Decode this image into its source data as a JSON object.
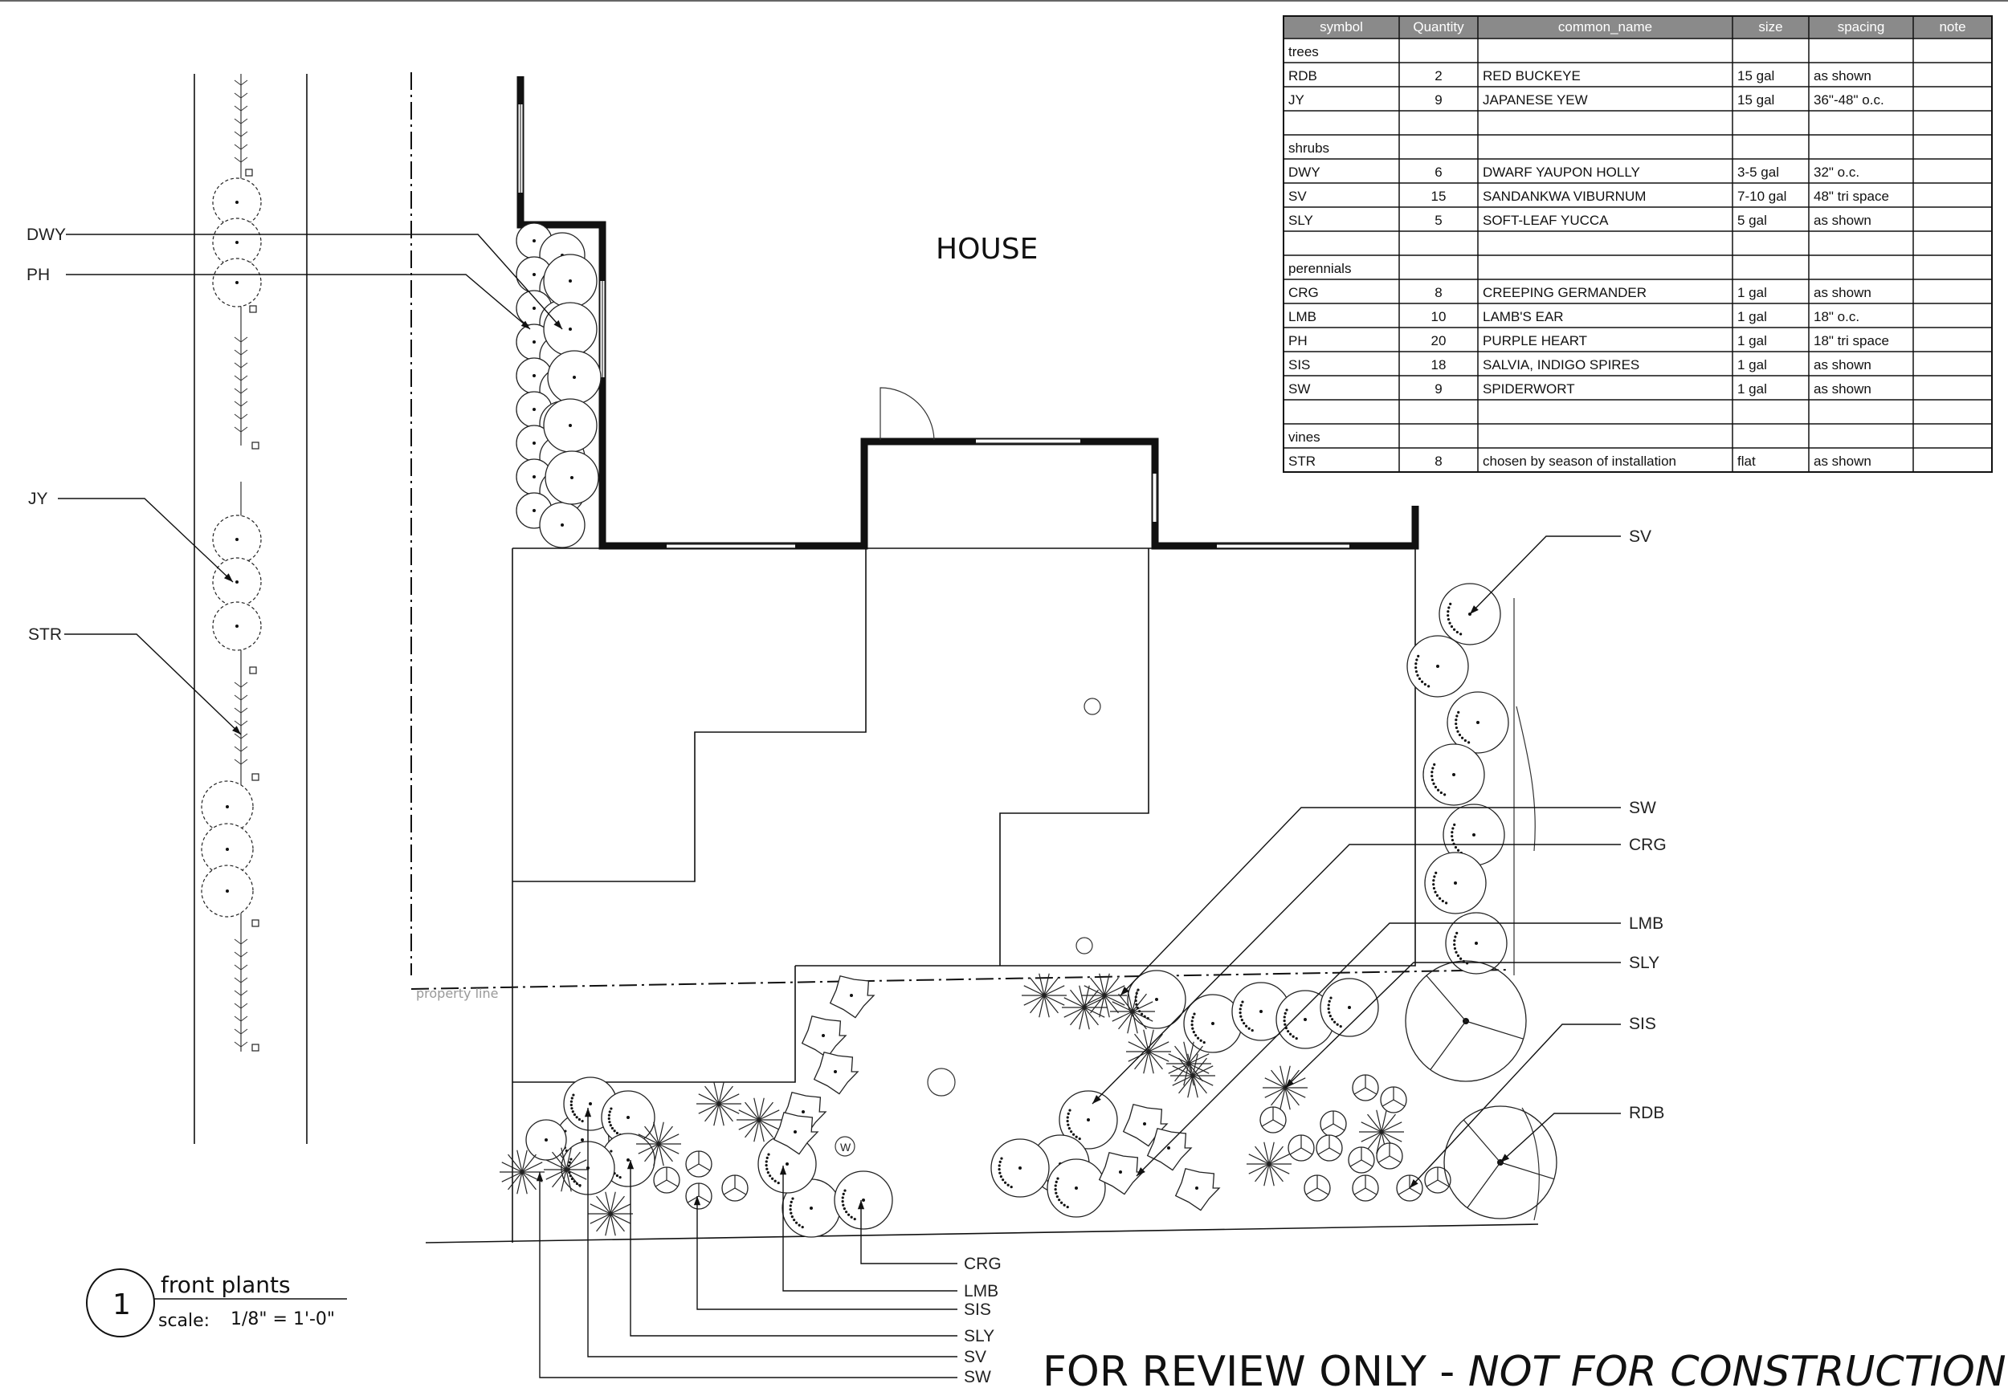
{
  "plan": {
    "house_label": "HOUSE",
    "property_line_label": "property line",
    "callouts_left": [
      "DWY",
      "PH",
      "JY",
      "STR"
    ],
    "callouts_right": [
      "SV",
      "SW",
      "CRG",
      "LMB",
      "SLY",
      "SIS",
      "RDB"
    ],
    "callouts_bottom": [
      "CRG",
      "LMB",
      "SIS",
      "SLY",
      "SV",
      "SW"
    ],
    "detail_number": "1",
    "detail_title": "front plants",
    "scale_label": "scale:",
    "scale_value": "1/8\" = 1'-0\"",
    "review_prefix": "FOR REVIEW ONLY - ",
    "review_suffix": "NOT FOR CONSTRUCTION"
  },
  "schedule": {
    "columns": [
      "symbol",
      "Quantity",
      "common_name",
      "size",
      "spacing",
      "note"
    ],
    "rows": [
      [
        "trees",
        "",
        "",
        "",
        "",
        ""
      ],
      [
        "RDB",
        "2",
        "RED BUCKEYE",
        "15 gal",
        "as shown",
        ""
      ],
      [
        "JY",
        "9",
        "JAPANESE YEW",
        "15 gal",
        "36\"-48\" o.c.",
        ""
      ],
      [
        "",
        "",
        "",
        "",
        "",
        ""
      ],
      [
        "shrubs",
        "",
        "",
        "",
        "",
        ""
      ],
      [
        "DWY",
        "6",
        "DWARF YAUPON HOLLY",
        "3-5 gal",
        "32\" o.c.",
        ""
      ],
      [
        "SV",
        "15",
        "SANDANKWA VIBURNUM",
        "7-10 gal",
        "48\" tri space",
        ""
      ],
      [
        "SLY",
        "5",
        "SOFT-LEAF YUCCA",
        "5 gal",
        "as shown",
        ""
      ],
      [
        "",
        "",
        "",
        "",
        "",
        ""
      ],
      [
        "perennials",
        "",
        "",
        "",
        "",
        ""
      ],
      [
        "CRG",
        "8",
        "CREEPING GERMANDER",
        "1 gal",
        "as shown",
        ""
      ],
      [
        "LMB",
        "10",
        "LAMB'S EAR",
        "1 gal",
        "18\" o.c.",
        ""
      ],
      [
        "PH",
        "20",
        "PURPLE HEART",
        "1 gal",
        "18\" tri space",
        ""
      ],
      [
        "SIS",
        "18",
        "SALVIA, INDIGO SPIRES",
        "1 gal",
        "as shown",
        ""
      ],
      [
        "SW",
        "9",
        "SPIDERWORT",
        "1 gal",
        "as shown",
        ""
      ],
      [
        "",
        "",
        "",
        "",
        "",
        ""
      ],
      [
        "vines",
        "",
        "",
        "",
        "",
        ""
      ],
      [
        "STR",
        "8",
        "chosen by season of installation",
        "flat",
        "as shown",
        ""
      ]
    ]
  }
}
